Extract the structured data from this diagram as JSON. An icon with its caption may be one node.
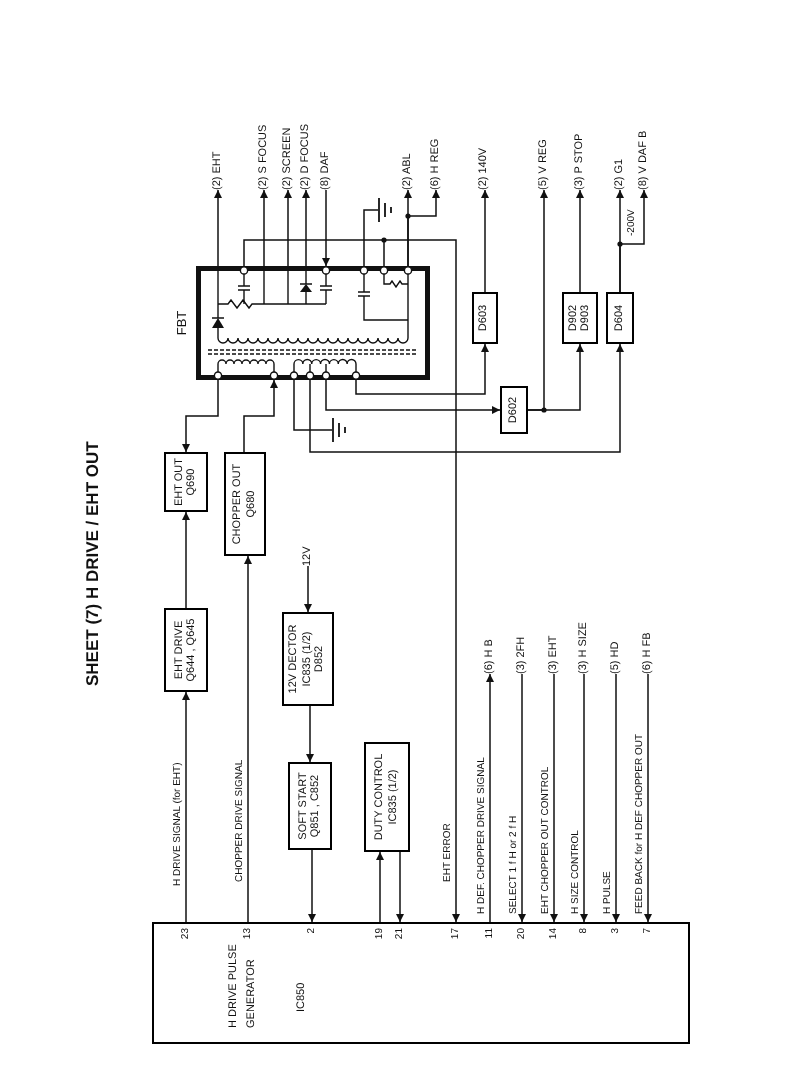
{
  "diagram": {
    "title": "SHEET (7) H DRIVE / EHT OUT",
    "nodes": [
      {
        "text": [
          "H DRIVE PULSE GENERATOR",
          "IC850"
        ]
      },
      {
        "text": [
          "EHT DRIVE",
          "Q644 , Q645"
        ]
      },
      {
        "text": [
          "EHT OUT",
          "Q690"
        ]
      },
      {
        "text": [
          "CHOPPER OUT",
          "Q680"
        ]
      },
      {
        "text": [
          "12V DECTOR",
          "IC835 (1/2)",
          "D852"
        ]
      },
      {
        "text": [
          "12V"
        ]
      },
      {
        "text": [
          "SOFT START",
          "Q851 , C852"
        ]
      },
      {
        "text": [
          "DUTY CONTROL",
          "IC835 (1/2)"
        ]
      },
      {
        "text": [
          "FBT"
        ]
      },
      {
        "text": [
          "D603"
        ]
      },
      {
        "text": [
          "D602"
        ]
      },
      {
        "text": [
          "D902",
          "D903"
        ]
      },
      {
        "text": [
          "D604"
        ]
      },
      {
        "text": [
          "(2) EHT"
        ]
      },
      {
        "text": [
          "(2) S FOCUS"
        ]
      },
      {
        "text": [
          "(2) SCREEN"
        ]
      },
      {
        "text": [
          "(2) D FOCUS"
        ]
      },
      {
        "text": [
          "(8) DAF"
        ]
      },
      {
        "text": [
          "(2) ABL"
        ]
      },
      {
        "text": [
          "(6) H REG"
        ]
      },
      {
        "text": [
          "(2) 140V"
        ]
      },
      {
        "text": [
          "(5) V REG"
        ]
      },
      {
        "text": [
          "(3) P STOP"
        ]
      },
      {
        "text": [
          "(2) G1"
        ]
      },
      {
        "text": [
          "(8) V DAF B"
        ]
      },
      {
        "text": [
          "(6) H B"
        ]
      },
      {
        "text": [
          "(3) 2FH"
        ]
      },
      {
        "text": [
          "(3) EHT"
        ]
      },
      {
        "text": [
          "(3) H SIZE"
        ]
      },
      {
        "text": [
          "(5) HD"
        ]
      },
      {
        "text": [
          "(6) H FB"
        ]
      },
      {
        "text": [],
        "shape": "ground"
      },
      {
        "text": [],
        "shape": "ground"
      }
    ],
    "edges": [
      {
        "from": 0,
        "to": 1,
        "arrow": "to",
        "label": "H DRIVE SIGNAL (for EHT)"
      },
      {
        "from": 1,
        "to": 2,
        "arrow": "to"
      },
      {
        "from": 8,
        "to": 2,
        "arrow": "to"
      },
      {
        "from": 0,
        "to": 3,
        "arrow": "to",
        "label": "CHOPPER DRIVE SIGNAL"
      },
      {
        "from": 3,
        "to": 8,
        "arrow": "to"
      },
      {
        "from": 5,
        "to": 4,
        "arrow": "to"
      },
      {
        "from": 4,
        "to": 6,
        "arrow": "to"
      },
      {
        "from": 6,
        "to": 0,
        "arrow": "to"
      },
      {
        "from": 0,
        "to": 7,
        "arrow": "to"
      },
      {
        "from": 7,
        "to": 0,
        "arrow": "to"
      },
      {
        "from": 8,
        "to": 0,
        "arrow": "to",
        "label": "EHT ERROR"
      },
      {
        "from": 8,
        "to": 13,
        "arrow": "to"
      },
      {
        "from": 8,
        "to": 14,
        "arrow": "to"
      },
      {
        "from": 8,
        "to": 15,
        "arrow": "to"
      },
      {
        "from": 8,
        "to": 16,
        "arrow": "to"
      },
      {
        "from": 17,
        "to": 8,
        "arrow": "to"
      },
      {
        "from": 8,
        "to": 18,
        "arrow": "to"
      },
      {
        "from": 8,
        "to": 19,
        "arrow": "to"
      },
      {
        "from": 8,
        "to": 9,
        "arrow": "to"
      },
      {
        "from": 8,
        "to": 10,
        "arrow": "to"
      },
      {
        "from": 8,
        "to": 12,
        "arrow": "to"
      },
      {
        "from": 9,
        "to": 20,
        "arrow": "to"
      },
      {
        "from": 10,
        "to": 21,
        "arrow": "to"
      },
      {
        "from": 10,
        "to": 11,
        "arrow": "to"
      },
      {
        "from": 11,
        "to": 22,
        "arrow": "to"
      },
      {
        "from": 12,
        "to": 23,
        "arrow": "to"
      },
      {
        "from": 12,
        "to": 24,
        "arrow": "to"
      },
      {
        "from": 0,
        "to": 25,
        "arrow": "to",
        "label": "H DEF. CHOPPER DRIVE SIGNAL"
      },
      {
        "from": 26,
        "to": 0,
        "arrow": "to",
        "label": "SELECT 1 f H or 2 f H"
      },
      {
        "from": 27,
        "to": 0,
        "arrow": "to",
        "label": "EHT CHOPPER OUT CONTROL"
      },
      {
        "from": 28,
        "to": 0,
        "arrow": "to",
        "label": "H SIZE CONTROL"
      },
      {
        "from": 29,
        "to": 0,
        "arrow": "to",
        "label": "H PULSE"
      },
      {
        "from": 30,
        "to": 0,
        "arrow": "to",
        "label": "FEED BACK for H DEF CHOPPER OUT"
      },
      {
        "from": 8,
        "to": 31,
        "arrow": "none"
      },
      {
        "from": 8,
        "to": 32,
        "arrow": "none"
      }
    ],
    "labels": [
      "23",
      "13",
      "2",
      "19",
      "21",
      "17",
      "11",
      "20",
      "14",
      "8",
      "3",
      "7",
      "-200V"
    ]
  }
}
